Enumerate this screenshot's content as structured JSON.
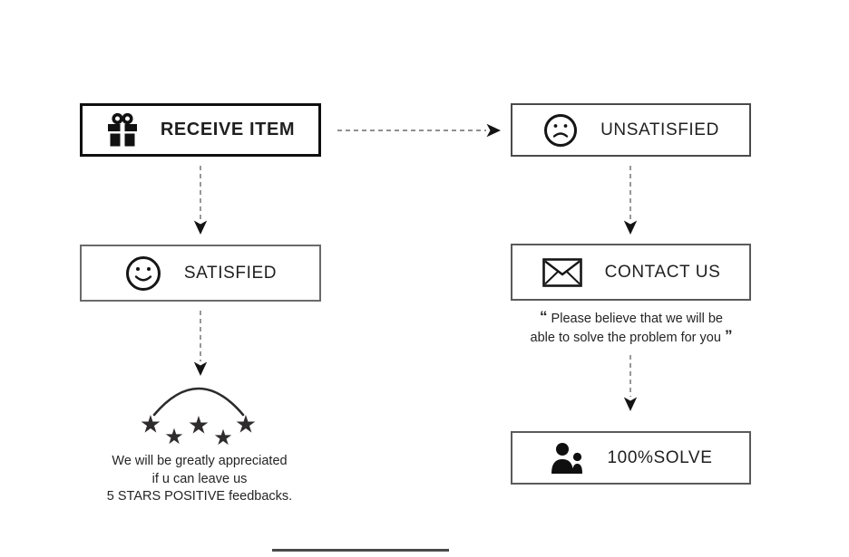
{
  "diagram": {
    "receive_item": {
      "label": "RECEIVE ITEM",
      "icon": "gift-icon"
    },
    "unsatisfied": {
      "label": "UNSATISFIED",
      "icon": "sad-face-icon"
    },
    "satisfied": {
      "label": "SATISFIED",
      "icon": "smiley-face-icon"
    },
    "contact_us": {
      "label": "CONTACT US",
      "icon": "envelope-icon"
    },
    "solve": {
      "label": "100%SOLVE",
      "icon": "customers-icon"
    },
    "contact_quote": {
      "open_quote": "“",
      "line1": "Please believe that we will be",
      "line2": "able to solve the problem for you",
      "close_quote": "”"
    },
    "feedback_note": {
      "line1": "We will be greatly appreciated",
      "line2": "if u can leave us",
      "line3": "5 STARS POSITIVE feedbacks."
    },
    "stars": {
      "count": 5,
      "glyph": "★"
    }
  },
  "colors": {
    "background": "#ffffff",
    "ink": "#1f1f1f",
    "thick_border": "#0f0f0f",
    "thin_border": "#5a5a5a",
    "dash_stroke": "#6b6b6b",
    "arrowhead": "#141414",
    "star": "#2e2c2d",
    "arc": "#2b2b2b",
    "bottom_bar": "#4a4a4a"
  }
}
